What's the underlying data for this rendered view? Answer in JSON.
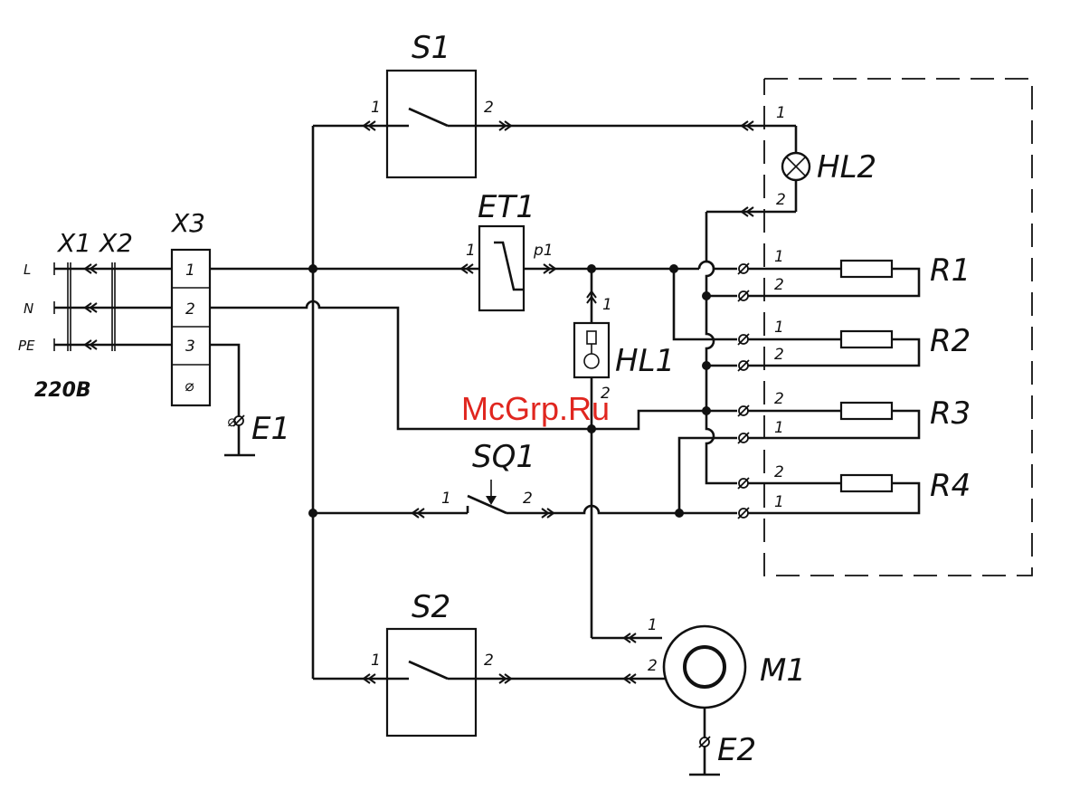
{
  "labels": {
    "s1": "S1",
    "s2": "S2",
    "et1": "ET1",
    "hl1": "HL1",
    "hl2": "HL2",
    "sq1": "SQ1",
    "m1": "M1",
    "e1": "E1",
    "e2": "E2",
    "x1": "X1",
    "x2": "X2",
    "x3": "X3",
    "r1": "R1",
    "r2": "R2",
    "r3": "R3",
    "r4": "R4",
    "voltage": "220В"
  },
  "lines": {
    "l": "L",
    "n": "N",
    "pe": "PE"
  },
  "x3_terminals": [
    "1",
    "2",
    "3",
    "⌀"
  ],
  "pins": {
    "s1_in": "1",
    "s1_out": "2",
    "s2_in": "1",
    "s2_out": "2",
    "et1_in": "1",
    "et1_out": "p1",
    "hl1_top": "1",
    "hl1_bot": "2",
    "hl2_top": "1",
    "hl2_bot": "2",
    "sq1_in": "1",
    "sq1_out": "2",
    "m1_a": "1",
    "m1_b": "2",
    "r1_a": "1",
    "r1_b": "2",
    "r2_a": "1",
    "r2_b": "2",
    "r3_a": "2",
    "r3_b": "1",
    "r4_a": "2",
    "r4_b": "1"
  },
  "ground_symbol": "⌀",
  "watermark": "McGrp.Ru"
}
